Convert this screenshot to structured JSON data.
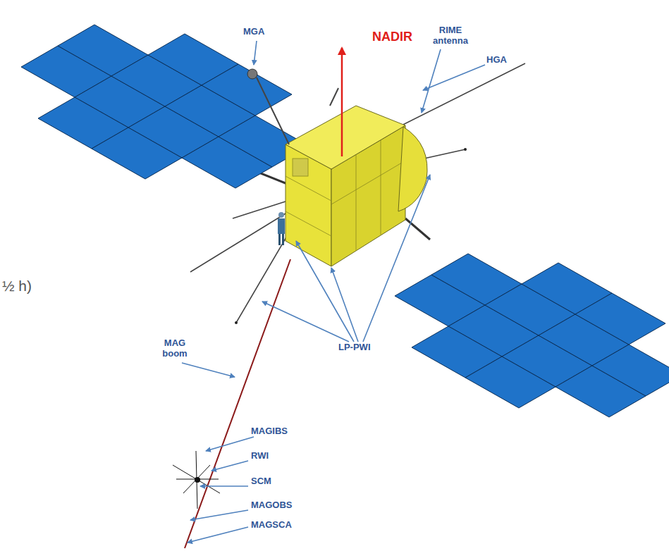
{
  "diagram": {
    "labels": [
      "½ h)",
      "MGA",
      "NADIR",
      "RIME antenna",
      "HGA",
      "MAG boom",
      "LP-PWI",
      "MAGIBS",
      "RWI",
      "SCM",
      "MAGOBS",
      "MAGSCA"
    ]
  }
}
